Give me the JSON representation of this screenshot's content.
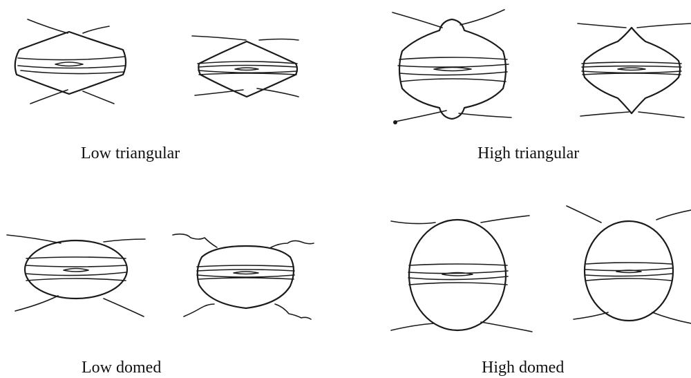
{
  "captions": {
    "low_triangular": "Low triangular",
    "high_triangular": "High triangular",
    "low_domed": "Low domed",
    "high_domed": "High domed"
  },
  "colors": {
    "background": "#ffffff",
    "ink": "#1a1a1a"
  }
}
